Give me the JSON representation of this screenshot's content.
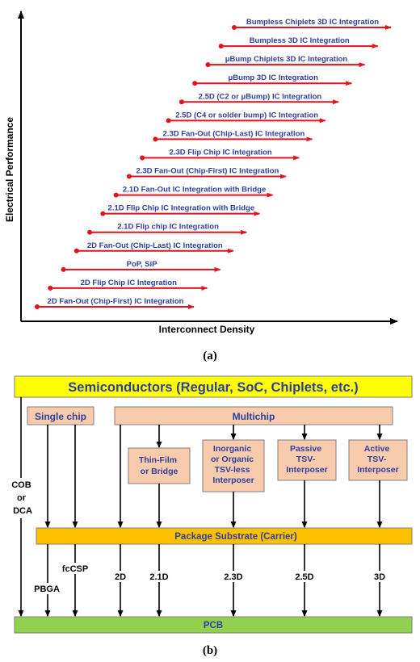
{
  "panel_a": {
    "y_axis_label": "Electrical Performance",
    "x_axis_label": "Interconnect Density",
    "caption": "(a)",
    "arrows": [
      {
        "label": "Bumpless Chiplets 3D IC Integration"
      },
      {
        "label": "Bumpless 3D IC Integration"
      },
      {
        "label": "μBump Chiplets 3D IC Integration"
      },
      {
        "label": "μBump 3D IC Integration"
      },
      {
        "label": "2.5D (C2 or μBump) IC Integration"
      },
      {
        "label": "2.5D (C4 or solder bump) IC Integration"
      },
      {
        "label": "2.3D Fan-Out (Chip-Last) IC Integration"
      },
      {
        "label": "2.3D Flip Chip IC Integration"
      },
      {
        "label": "2.3D Fan-Out (Chip-First) IC Integration"
      },
      {
        "label": "2.1D Fan-Out IC Integration with Bridge"
      },
      {
        "label": "2.1D Flip Chip IC Integration with Bridge"
      },
      {
        "label": "2.1D Flip chip IC Integration"
      },
      {
        "label": "2D Fan-Out (Chip-Last) IC Integration"
      },
      {
        "label": "PoP, SiP"
      },
      {
        "label": "2D Flip Chip IC Integration"
      },
      {
        "label": "2D Fan-Out (Chip-First) IC Integration"
      }
    ]
  },
  "panel_b": {
    "caption": "(b)",
    "semiconductors": "Semiconductors (Regular, SoC, Chiplets, etc.)",
    "single_chip": "Single chip",
    "multichip": "Multichip",
    "package_substrate": "Package Substrate (Carrier)",
    "pcb": "PCB",
    "cob_lines": [
      "COB",
      "or",
      "DCA"
    ],
    "interposers": {
      "thin_film": [
        "Thin-Film",
        "or Bridge"
      ],
      "tsv_less": [
        "Inorganic",
        "or Organic",
        "TSV-less",
        "Interposer"
      ],
      "passive": [
        "Passive",
        "TSV-",
        "Interposer"
      ],
      "active": [
        "Active",
        "TSV-",
        "Interposer"
      ]
    },
    "package_labels": {
      "pbga": "PBGA",
      "fccsp": "fcCSP",
      "d2": "2D",
      "d21": "2.1D",
      "d23": "2.3D",
      "d25": "2.5D",
      "d3": "3D"
    },
    "colors": {
      "semiconductor_fill": "#ffff00",
      "box_fill": "#f8cbad",
      "substrate_fill": "#ffc000",
      "pcb_fill": "#92d050",
      "text_blue": "#2f3f9e",
      "arrow_red": "#e0141e"
    }
  }
}
